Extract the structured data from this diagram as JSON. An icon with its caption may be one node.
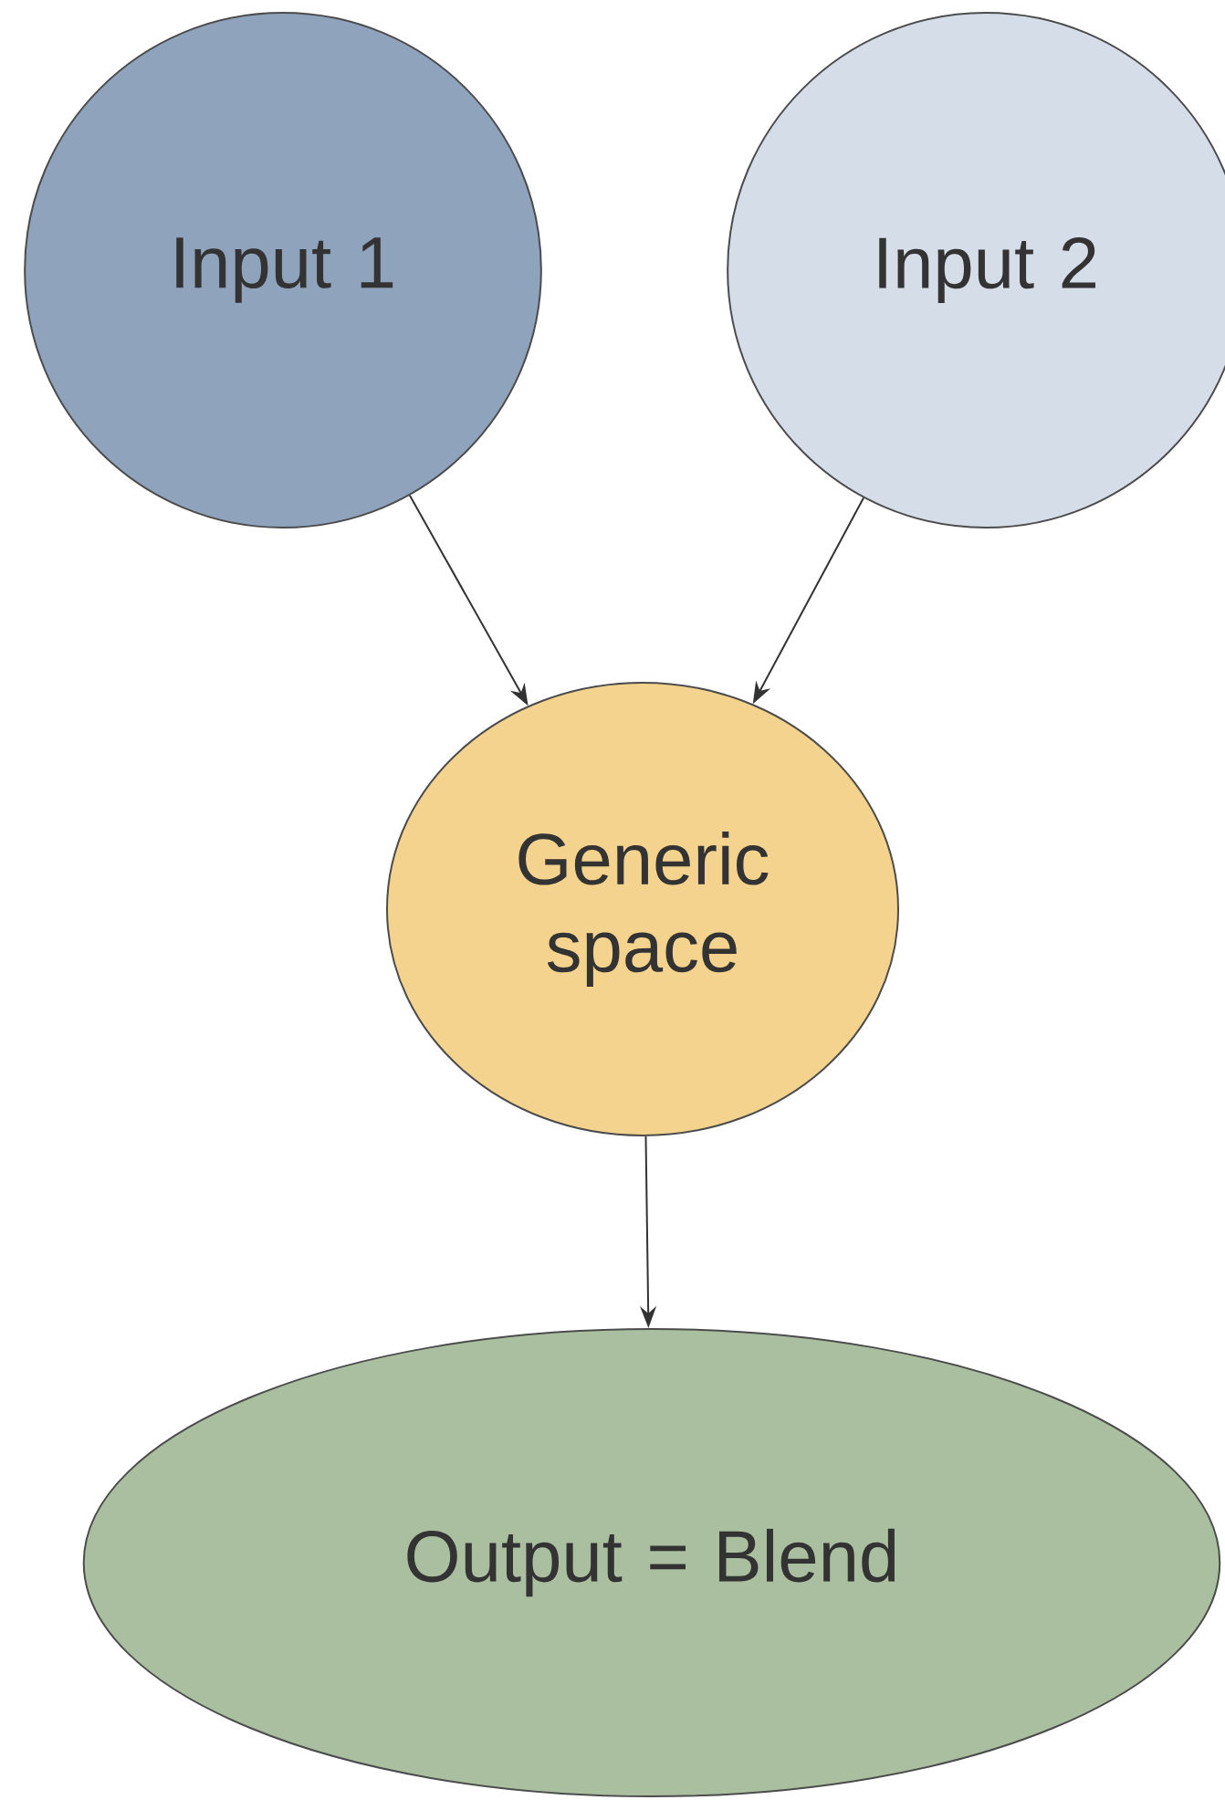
{
  "diagram": {
    "nodes": [
      {
        "text": [
          "Input 1"
        ]
      },
      {
        "text": [
          "Input 2"
        ]
      },
      {
        "text": [
          "Generic space"
        ]
      },
      {
        "text": [
          "Output = Blend"
        ]
      }
    ],
    "edges": [
      {
        "from": 0,
        "to": 2,
        "arrow": "to"
      },
      {
        "from": 1,
        "to": 2,
        "arrow": "to"
      },
      {
        "from": 2,
        "to": 3,
        "arrow": "to"
      }
    ]
  }
}
